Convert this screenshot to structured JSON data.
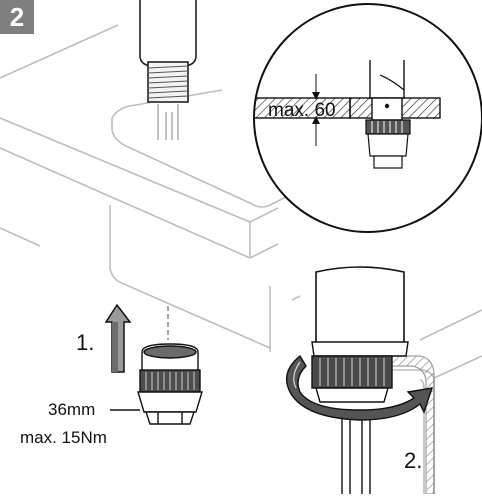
{
  "step": {
    "number": "2"
  },
  "detail": {
    "max_height": "max. 60"
  },
  "labels": {
    "step1": "1.",
    "step2": "2.",
    "wrench_size": "36mm",
    "torque": "max. 15Nm"
  },
  "icons": [
    "up-arrow-icon",
    "rotate-arrow-icon"
  ]
}
